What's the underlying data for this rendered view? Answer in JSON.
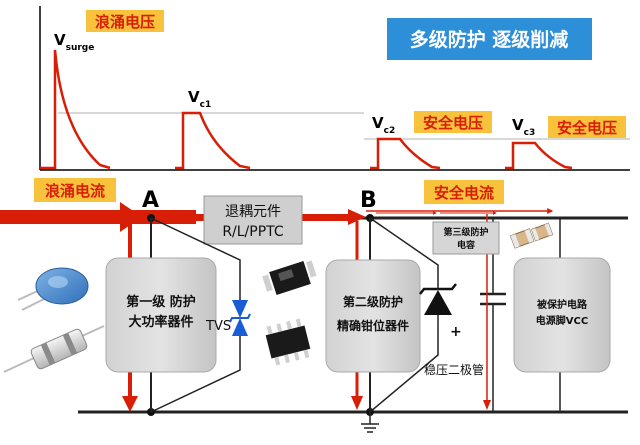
{
  "banner": {
    "text": "多级防护 逐级削减",
    "color": "#2d8fd8"
  },
  "waveform": {
    "v_surge": {
      "main": "V",
      "sub": "surge",
      "tag": "浪涌电压"
    },
    "v_c1": {
      "main": "V",
      "sub": "c1"
    },
    "v_c2": {
      "main": "V",
      "sub": "c2",
      "tag": "安全电压"
    },
    "v_c3": {
      "main": "V",
      "sub": "c3",
      "tag": "安全电压"
    }
  },
  "circuit": {
    "surge_current_label": "浪涌电流",
    "safe_current_label": "安全电流",
    "node_a": "A",
    "node_b": "B",
    "decouple_line1": "退耦元件",
    "decouple_line2": "R/L/PPTC",
    "stage1_line1": "第一级 防护",
    "stage1_line2": "大功率器件",
    "tvs_label": "TVS",
    "stage2_line1": "第二级防护",
    "stage2_line2": "精确钳位器件",
    "zener_label": "稳压二极管",
    "zener_plus": "+",
    "stage3_line1": "第三级防护",
    "stage3_line2": "电容",
    "load_line1": "被保护电路",
    "load_line2": "电源脚VCC"
  },
  "colors": {
    "red": "#d81e06",
    "orange_tag": "#f9c23c",
    "block_gray": "#c8c8c8",
    "tvs_blue": "#1a5bd8"
  }
}
